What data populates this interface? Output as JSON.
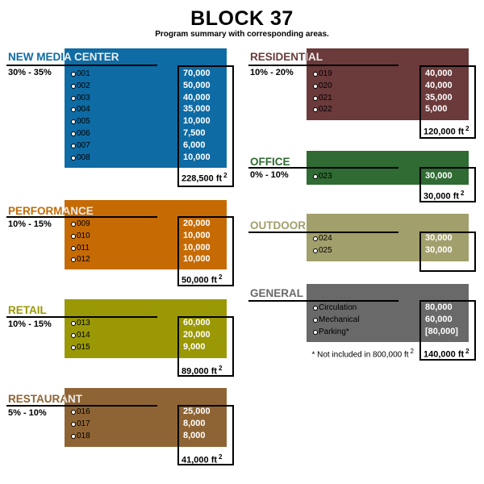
{
  "title": "BLOCK 37",
  "subtitle": "Program summary with corresponding areas.",
  "sup2": "2",
  "footnote": "* Not included in 800,000 ft",
  "sections": [
    {
      "label": "NEW MEDIA CENTER",
      "percent": "30% - 35%",
      "color": "#0E6BA4",
      "items": [
        {
          "label": "001",
          "value": "70,000"
        },
        {
          "label": "002",
          "value": "50,000"
        },
        {
          "label": "003",
          "value": "40,000"
        },
        {
          "label": "004",
          "value": "35,000"
        },
        {
          "label": "005",
          "value": "10,000"
        },
        {
          "label": "006",
          "value": "7,500"
        },
        {
          "label": "007",
          "value": "6,000"
        },
        {
          "label": "008",
          "value": "10,000"
        }
      ],
      "total": "228,500 ft"
    },
    {
      "label": "PERFORMANCE",
      "percent": "10% - 15%",
      "color": "#C66A04",
      "items": [
        {
          "label": "009",
          "value": "20,000"
        },
        {
          "label": "010",
          "value": "10,000"
        },
        {
          "label": "011",
          "value": "10,000"
        },
        {
          "label": "012",
          "value": "10,000"
        }
      ],
      "total": "50,000 ft"
    },
    {
      "label": "RETAIL",
      "percent": "10% - 15%",
      "color": "#9A9804",
      "items": [
        {
          "label": "013",
          "value": "60,000"
        },
        {
          "label": "014",
          "value": "20,000"
        },
        {
          "label": "015",
          "value": "9,000"
        }
      ],
      "total": "89,000 ft"
    },
    {
      "label": "RESTAURANT",
      "percent": "5% - 10%",
      "color": "#8F6434",
      "items": [
        {
          "label": "016",
          "value": "25,000"
        },
        {
          "label": "017",
          "value": "8,000"
        },
        {
          "label": "018",
          "value": "8,000"
        }
      ],
      "total": "41,000 ft"
    },
    {
      "label": "RESIDENTIAL",
      "percent": "10% - 20%",
      "color": "#6B3A3B",
      "items": [
        {
          "label": "019",
          "value": "40,000"
        },
        {
          "label": "020",
          "value": "40,000"
        },
        {
          "label": "021",
          "value": "35,000"
        },
        {
          "label": "022",
          "value": "5,000"
        }
      ],
      "total": "120,000 ft"
    },
    {
      "label": "OFFICE",
      "percent": "0% - 10%",
      "color": "#2F6B33",
      "items": [
        {
          "label": "023",
          "value": "30,000"
        }
      ],
      "total": "30,000 ft"
    },
    {
      "label": "OUTDOOR",
      "color": "#A19F6B",
      "items": [
        {
          "label": "024",
          "value": "30,000"
        },
        {
          "label": "025",
          "value": "30,000"
        }
      ]
    },
    {
      "label": "GENERAL",
      "color": "#696969",
      "items": [
        {
          "label": "Circulation",
          "value": "80,000"
        },
        {
          "label": "Mechanical",
          "value": "60,000"
        },
        {
          "label": "Parking*",
          "value": "[80,000]"
        }
      ],
      "total": "140,000 ft"
    }
  ]
}
